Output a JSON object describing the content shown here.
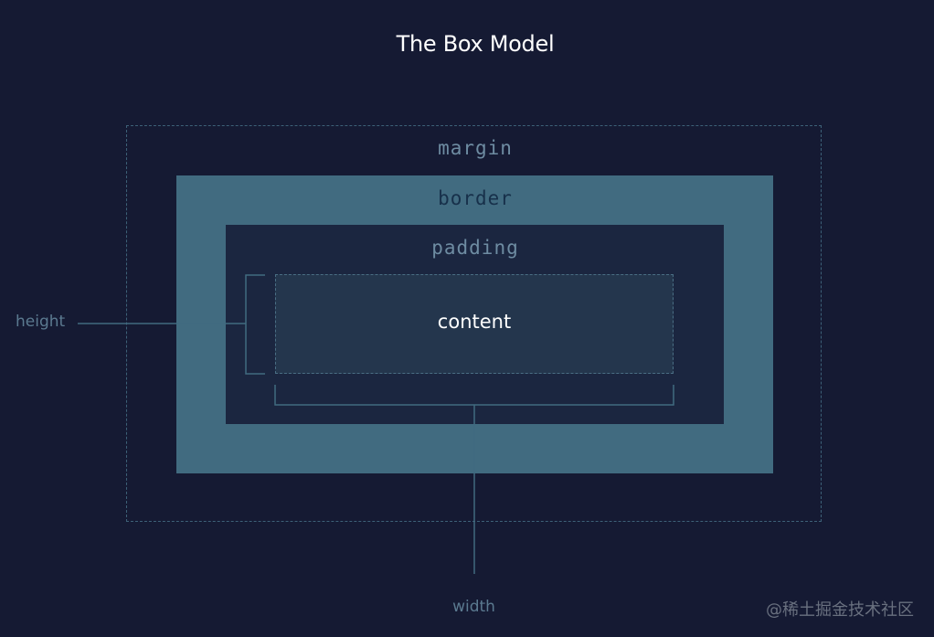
{
  "diagram": {
    "title": "The Box Model",
    "layers": {
      "margin": "margin",
      "border": "border",
      "padding": "padding",
      "content": "content"
    },
    "dimensions": {
      "height": "height",
      "width": "width"
    }
  },
  "watermark": "@稀土掘金技术社区",
  "colors": {
    "background": "#151a33",
    "margin_outline": "#3d6178",
    "border_fill": "#416b80",
    "padding_fill": "#1b2640",
    "content_fill": "#24364d",
    "guide_line": "#416b80"
  }
}
